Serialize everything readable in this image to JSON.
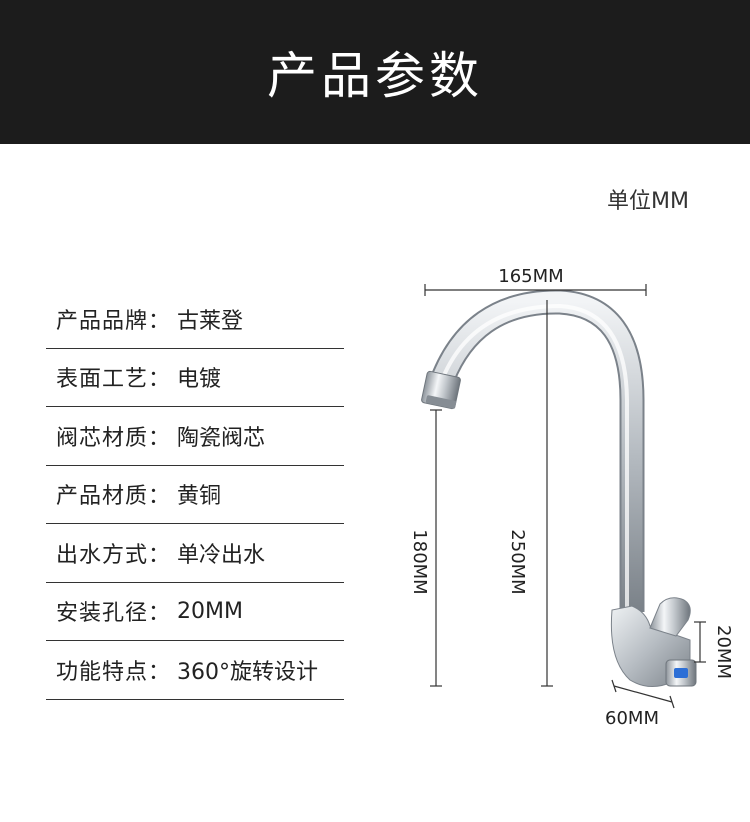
{
  "header": {
    "title": "产品参数"
  },
  "unit_label": "单位MM",
  "specs": [
    {
      "key": "产品品牌：",
      "value": "古莱登"
    },
    {
      "key": "表面工艺：",
      "value": "电镀"
    },
    {
      "key": "阀芯材质：",
      "value": "陶瓷阀芯"
    },
    {
      "key": "产品材质：",
      "value": "黄铜"
    },
    {
      "key": "出水方式：",
      "value": "单冷出水"
    },
    {
      "key": "安装孔径：",
      "value": "20MM"
    },
    {
      "key": "功能特点：",
      "value": "360°旋转设计"
    }
  ],
  "dimensions": {
    "width": "165MM",
    "spout_height": "180MM",
    "total_height": "250MM",
    "base_height": "20MM",
    "base_width": "60MM"
  }
}
